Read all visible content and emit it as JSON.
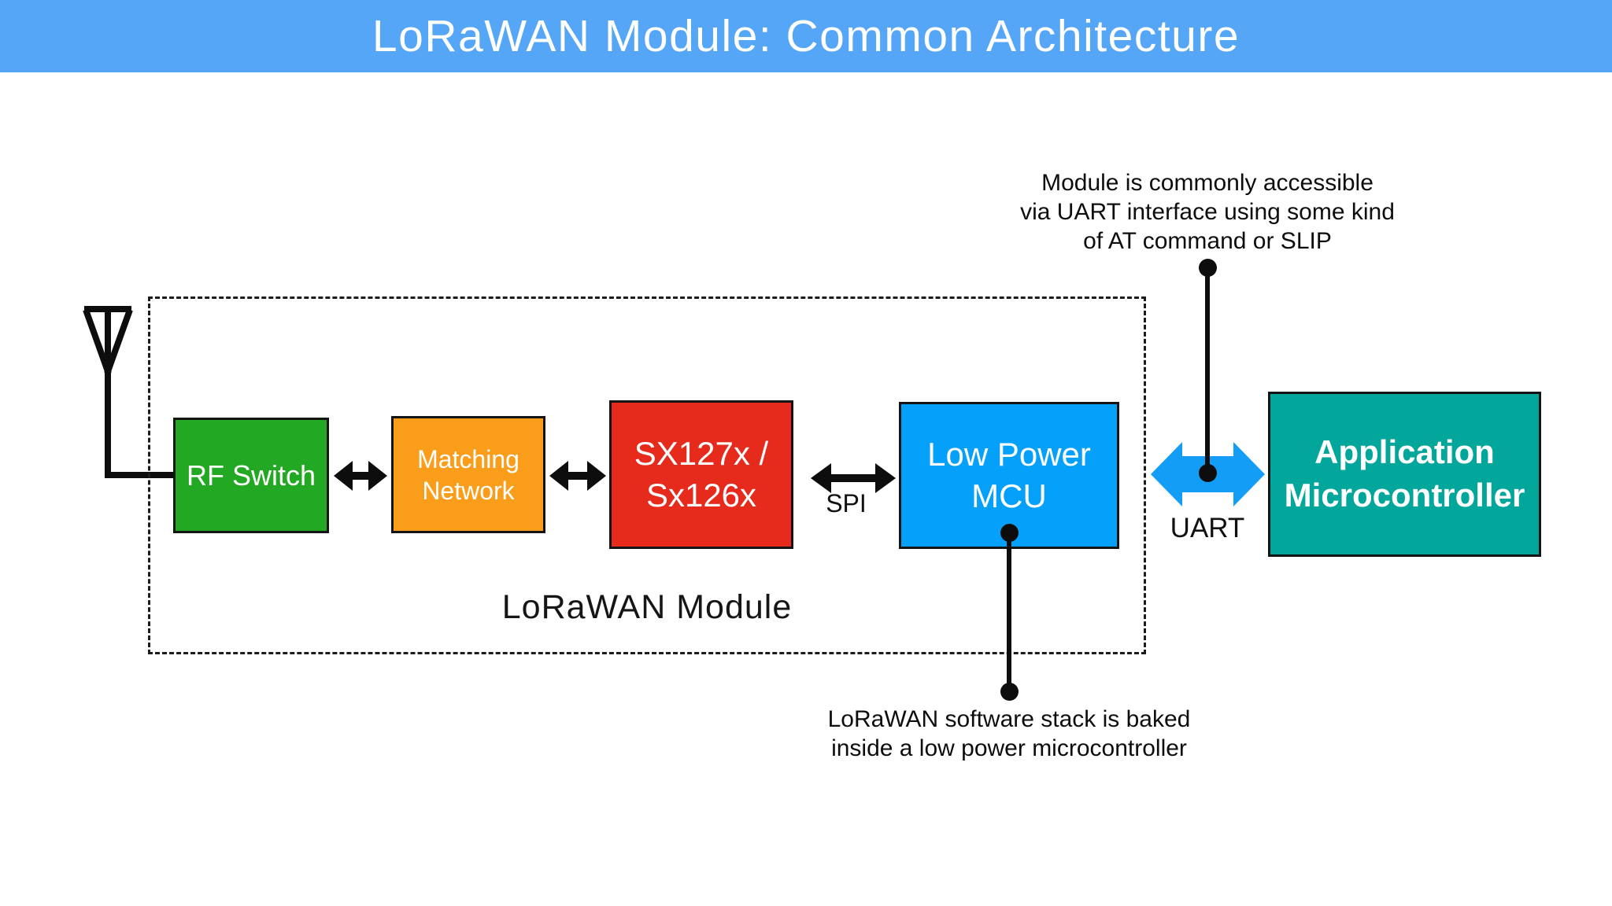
{
  "header": {
    "title": "LoRaWAN Module: Common Architecture",
    "bg_color": "#55a6f6",
    "text_color": "#ffffff"
  },
  "module": {
    "label": "LoRaWAN Module",
    "blocks": {
      "rf_switch": {
        "label": "RF Switch",
        "color": "#23a823"
      },
      "matching_network": {
        "label": "Matching Network",
        "color": "#f99d1b"
      },
      "transceiver": {
        "label": "SX127x / Sx126x",
        "color": "#e62a1c"
      },
      "mcu": {
        "label": "Low Power MCU",
        "color": "#05a0fa"
      }
    }
  },
  "external": {
    "application_mcu": {
      "label": "Application Microcontroller",
      "color": "#02a69b"
    }
  },
  "connections": {
    "spi": {
      "label": "SPI"
    },
    "uart": {
      "label": "UART",
      "arrow_color": "#149df6"
    }
  },
  "annotations": {
    "uart_note": {
      "lines": [
        "Module is commonly accessible",
        "via UART interface using some kind",
        "of AT command or SLIP"
      ]
    },
    "mcu_note": {
      "lines": [
        "LoRaWAN software stack is baked",
        "inside a low power microcontroller"
      ]
    }
  },
  "icons": {
    "antenna": "antenna-icon",
    "block_links": "bidirectional-arrow-icon",
    "uart_link": "uart-wide-arrow-icon"
  }
}
